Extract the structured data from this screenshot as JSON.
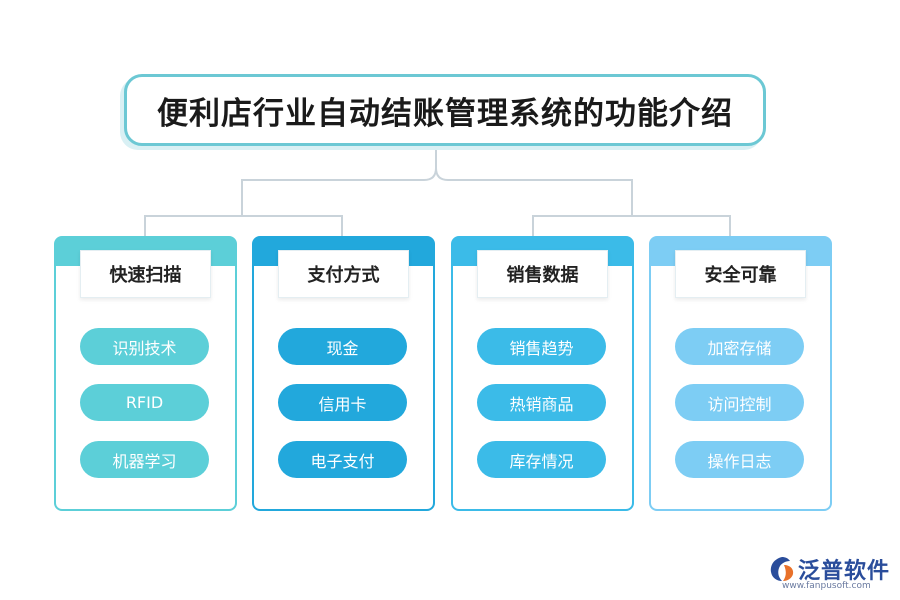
{
  "title": "便利店行业自动结账管理系统的功能介绍",
  "categories": [
    {
      "label": "快速扫描",
      "color": "#5ccfd8",
      "items": [
        "识别技术",
        "RFID",
        "机器学习"
      ]
    },
    {
      "label": "支付方式",
      "color": "#22a8dc",
      "items": [
        "现金",
        "信用卡",
        "电子支付"
      ]
    },
    {
      "label": "销售数据",
      "color": "#3bbbe8",
      "items": [
        "销售趋势",
        "热销商品",
        "库存情况"
      ]
    },
    {
      "label": "安全可靠",
      "color": "#7dcdf4",
      "items": [
        "加密存储",
        "访问控制",
        "操作日志"
      ]
    }
  ],
  "logo": {
    "name": "泛普软件",
    "url": "www.fanpusoft.com"
  }
}
